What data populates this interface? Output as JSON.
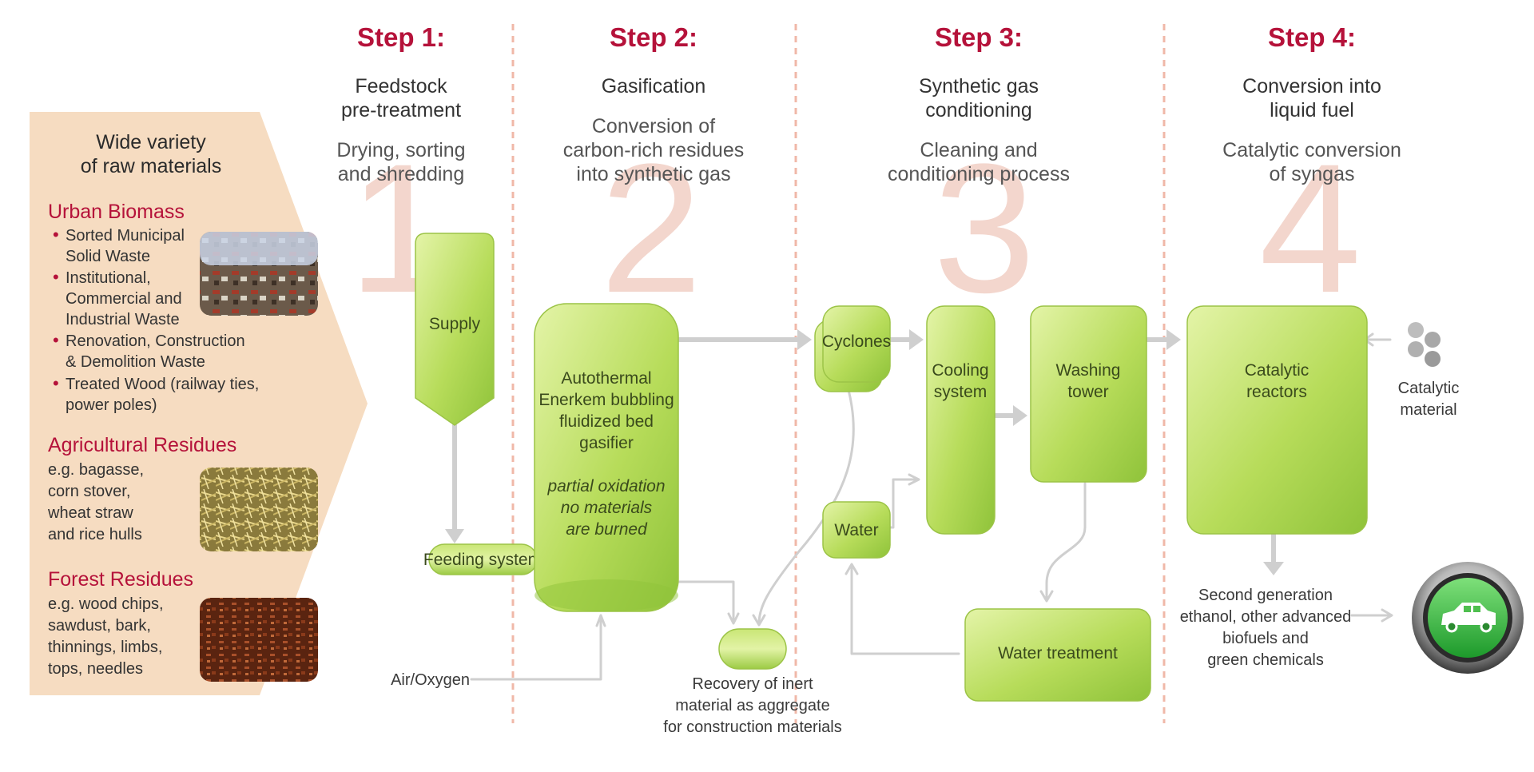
{
  "colors": {
    "step_title": "#b5123a",
    "panel_bg": "#f6dcc1",
    "box_green_light": "#d7ee8e",
    "box_green_dark": "#8fc33a",
    "arrow_gray": "#cfcfcf",
    "divider": "#f0b8a8",
    "big_number": "#f3d6cd"
  },
  "steps": [
    {
      "title": "Step 1:",
      "subtitle": [
        "Feedstock",
        "pre-treatment"
      ],
      "description": [
        "Drying, sorting",
        "and shredding"
      ],
      "number": "1"
    },
    {
      "title": "Step 2:",
      "subtitle": [
        "Gasification"
      ],
      "description": [
        "Conversion of",
        "carbon-rich residues",
        "into synthetic gas"
      ],
      "number": "2"
    },
    {
      "title": "Step 3:",
      "subtitle": [
        "Synthetic gas",
        "conditioning"
      ],
      "description": [
        "Cleaning and",
        "conditioning process"
      ],
      "number": "3"
    },
    {
      "title": "Step 4:",
      "subtitle": [
        "Conversion into",
        "liquid fuel"
      ],
      "description": [
        "Catalytic conversion",
        "of syngas"
      ],
      "number": "4"
    }
  ],
  "raw_materials": {
    "heading": [
      "Wide variety",
      "of raw materials"
    ],
    "urban": {
      "title": "Urban Biomass",
      "items": [
        [
          "Sorted Municipal",
          "Solid Waste"
        ],
        [
          "Institutional,",
          "Commercial and",
          "Industrial Waste"
        ],
        [
          "Renovation, Construction",
          "& Demolition Waste"
        ],
        [
          "Treated Wood (railway ties,",
          "power poles)"
        ]
      ]
    },
    "agricultural": {
      "title": "Agricultural Residues",
      "lines": [
        "e.g. bagasse,",
        "corn stover,",
        "wheat straw",
        "and rice hulls"
      ]
    },
    "forest": {
      "title": "Forest Residues",
      "lines": [
        "e.g. wood chips,",
        "sawdust, bark,",
        "thinnings, limbs,",
        "tops, needles"
      ]
    }
  },
  "process": {
    "supply": "Supply",
    "feeding_system": "Feeding system",
    "gasifier": [
      "Autothermal",
      "Enerkem bubbling",
      "fluidized bed",
      "gasifier"
    ],
    "gasifier_note": [
      "partial oxidation",
      "no materials",
      "are burned"
    ],
    "air_oxygen": "Air/Oxygen",
    "recovery_note": [
      "Recovery of inert",
      "material as aggregate",
      "for construction materials"
    ],
    "cyclones": "Cyclones",
    "water": "Water",
    "cooling_system": [
      "Cooling",
      "system"
    ],
    "washing_tower": [
      "Washing",
      "tower"
    ],
    "water_treatment": "Water treatment",
    "catalytic_reactors": [
      "Catalytic",
      "reactors"
    ],
    "catalytic_material": [
      "Catalytic",
      "material"
    ],
    "outputs": [
      "Second generation",
      "ethanol, other advanced",
      "biofuels and",
      "green chemicals"
    ]
  }
}
